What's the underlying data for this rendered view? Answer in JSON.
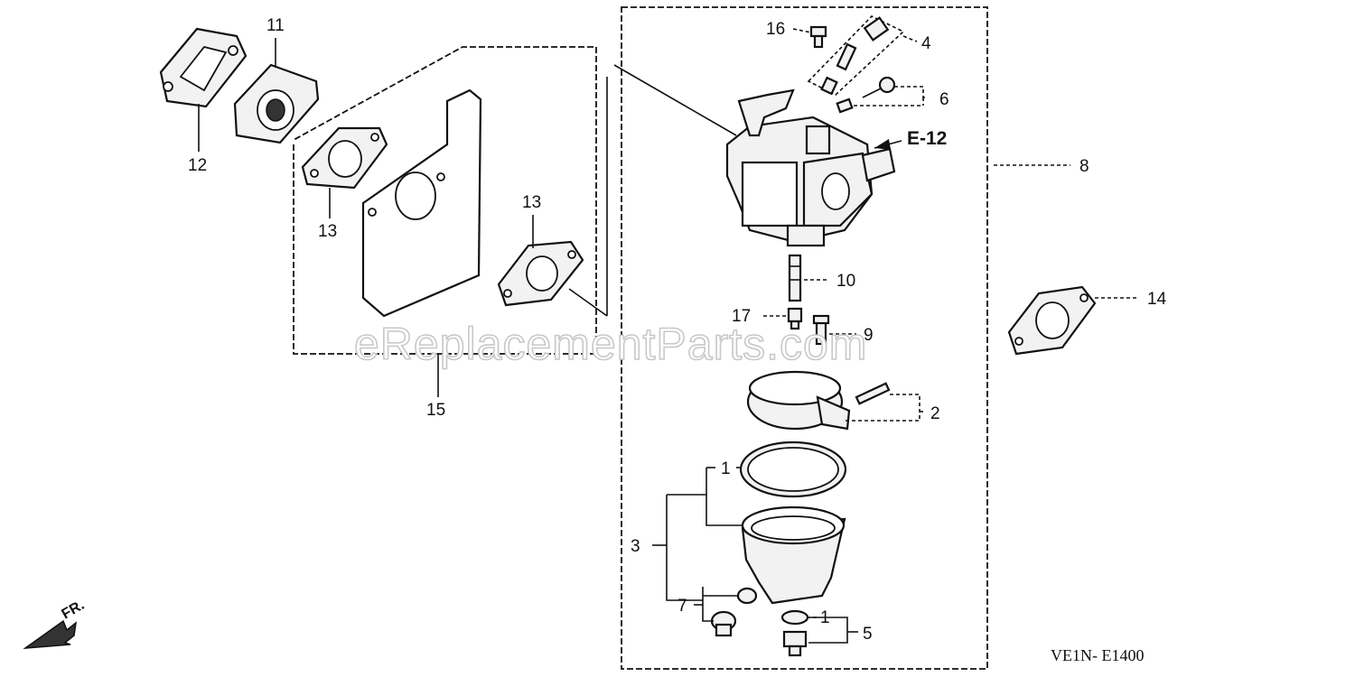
{
  "diagram": {
    "watermark": "eReplacementParts.com",
    "drawing_code": "VE1N- E1400",
    "front_marker": "FR.",
    "reference": "E-12",
    "callouts": {
      "c1a": "1",
      "c1b": "1",
      "c2": "2",
      "c3": "3",
      "c4": "4",
      "c5": "5",
      "c6": "6",
      "c7": "7",
      "c8": "8",
      "c9": "9",
      "c10": "10",
      "c11": "11",
      "c12": "12",
      "c13a": "13",
      "c13b": "13",
      "c14": "14",
      "c15": "15",
      "c16": "16",
      "c17": "17"
    }
  }
}
